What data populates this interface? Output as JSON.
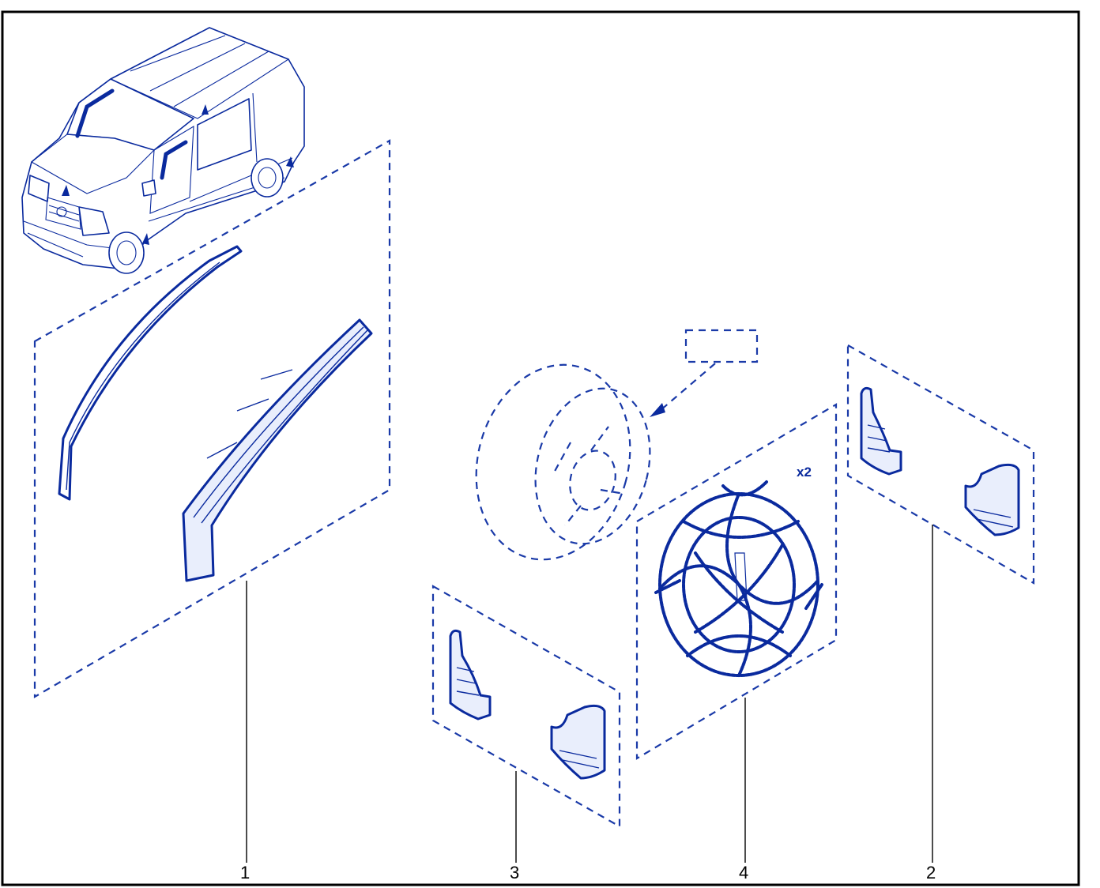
{
  "callouts": [
    {
      "id": "1",
      "text": "1"
    },
    {
      "id": "3",
      "text": "3"
    },
    {
      "id": "4",
      "text": "4"
    },
    {
      "id": "2",
      "text": "2"
    }
  ],
  "quantity_note": "x2",
  "colors": {
    "line": "#0a2a9e",
    "dash": "#1a3aa8",
    "frame": "#000000"
  }
}
